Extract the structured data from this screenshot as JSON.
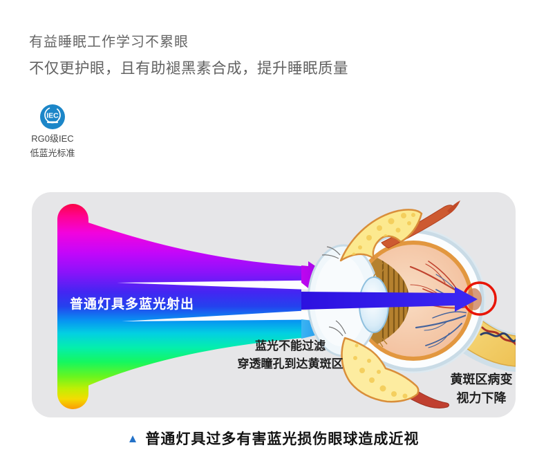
{
  "page": {
    "heading_line1": "有益睡眠工作学习不累眼",
    "heading_line2": "不仅更护眼，且有助褪黑素合成，提升睡眠质量"
  },
  "iec_badge": {
    "logo_text": "IEC",
    "label_line1": "RG0级IEC",
    "label_line2": "低蓝光标准"
  },
  "diagram": {
    "beam_label": "普通灯具多蓝光射出",
    "pupil_note_line1": "蓝光不能过滤",
    "pupil_note_line2": "穿透瞳孔到达黄斑区",
    "macula_note_line1": "黄斑区病变",
    "macula_note_line2": "视力下降"
  },
  "caption": {
    "marker": "▲",
    "text": "普通灯具过多有害蓝光损伤眼球造成近视"
  },
  "colors": {
    "iec_blue": "#1c86c8",
    "caption_marker_blue": "#2472c8",
    "beam_blue": "#2a17e8",
    "annotation_red": "#e81507",
    "panel_gray": "#e6e6e8"
  }
}
